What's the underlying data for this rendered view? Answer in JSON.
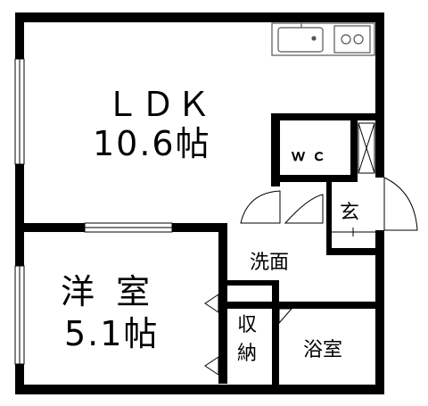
{
  "rooms": {
    "ldk": {
      "name": "ＬＤＫ",
      "size": "10.6帖"
    },
    "western": {
      "name": "洋 室",
      "size": "5.1帖"
    },
    "wc": {
      "name": "ｗｃ"
    },
    "entrance": {
      "name": "玄"
    },
    "washroom": {
      "name": "洗面"
    },
    "storage": {
      "name": "収\n納",
      "line1": "収",
      "line2": "納"
    },
    "bath": {
      "name": "浴室"
    }
  },
  "colors": {
    "wall": "#000000",
    "floor": "#ffffff",
    "fixture": "#555555"
  }
}
